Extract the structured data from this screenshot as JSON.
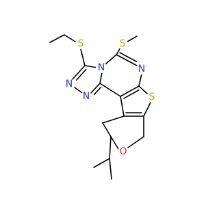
{
  "molecule": {
    "colors": {
      "bond": "#000000",
      "sulfur": "#C8A600",
      "nitrogen": "#2C34E0",
      "oxygen": "#E8231C",
      "background": "#ffffff"
    },
    "atom_labels": {
      "s_ethylthio": "S",
      "s_methylthio": "S",
      "s_thiophene": "S",
      "n_bridge": "N",
      "n_pyrimidine": "N",
      "n_triazole_1": "N",
      "n_triazole_2": "N",
      "o_pyran": "O"
    }
  }
}
